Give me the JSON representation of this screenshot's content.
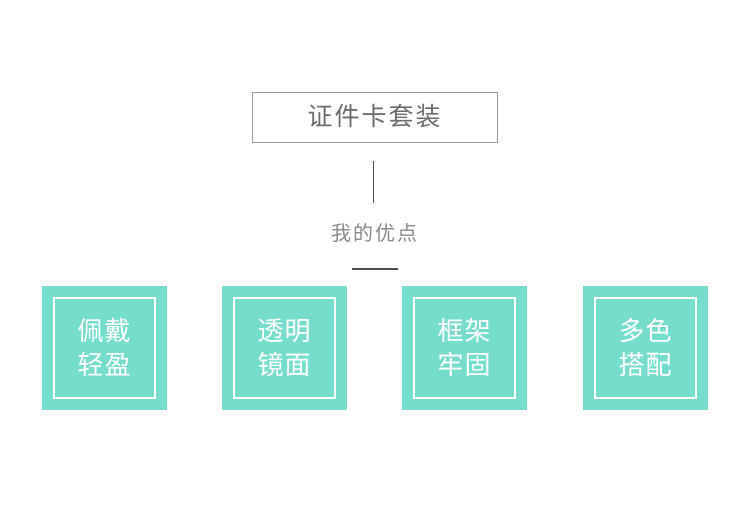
{
  "page": {
    "background_color": "#ffffff",
    "accent_color": "#76dccc",
    "text_color_dark": "#6d6d6d",
    "text_color_light": "#ffffff"
  },
  "title": {
    "label": "证件卡套装"
  },
  "subtitle": {
    "label": "我的优点"
  },
  "cards": [
    {
      "line1": "佩戴",
      "line2": "轻盈",
      "color": "#76dccc"
    },
    {
      "line1": "透明",
      "line2": "镜面",
      "color": "#76dccc"
    },
    {
      "line1": "框架",
      "line2": "牢固",
      "color": "#76dccc"
    },
    {
      "line1": "多色",
      "line2": "搭配",
      "color": "#76dccc"
    }
  ]
}
